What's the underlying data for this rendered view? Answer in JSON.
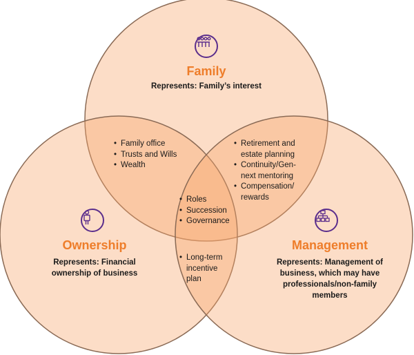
{
  "colors": {
    "circle_fill": "#f6a66c",
    "circle_stroke": "#8a6a55",
    "title": "#ee7d2a",
    "icon": "#5a2d8c",
    "text": "#1a1a1a"
  },
  "family": {
    "icon": "family-group-icon",
    "title": "Family",
    "subtitle": "Represents: Family’s interest"
  },
  "ownership": {
    "icon": "person-icon",
    "title": "Ownership",
    "subtitle_lines": [
      "Represents: Financial",
      "ownership of business"
    ]
  },
  "management": {
    "icon": "org-chart-icon",
    "title": "Management",
    "subtitle_lines": [
      "Represents: Management of",
      "business, which may have",
      "professionals/non-family",
      "members"
    ]
  },
  "family_ownership": [
    "Family office",
    "Trusts and Wills",
    "Wealth"
  ],
  "family_management": [
    [
      "Retirement and",
      "estate planning"
    ],
    [
      "Continuity/Gen-",
      "next mentoring"
    ],
    [
      "Compensation/",
      "rewards"
    ]
  ],
  "center": [
    "Roles",
    "Succession",
    "Governance"
  ],
  "ownership_management": [
    [
      "Long-term",
      "incentive",
      "plan"
    ]
  ]
}
